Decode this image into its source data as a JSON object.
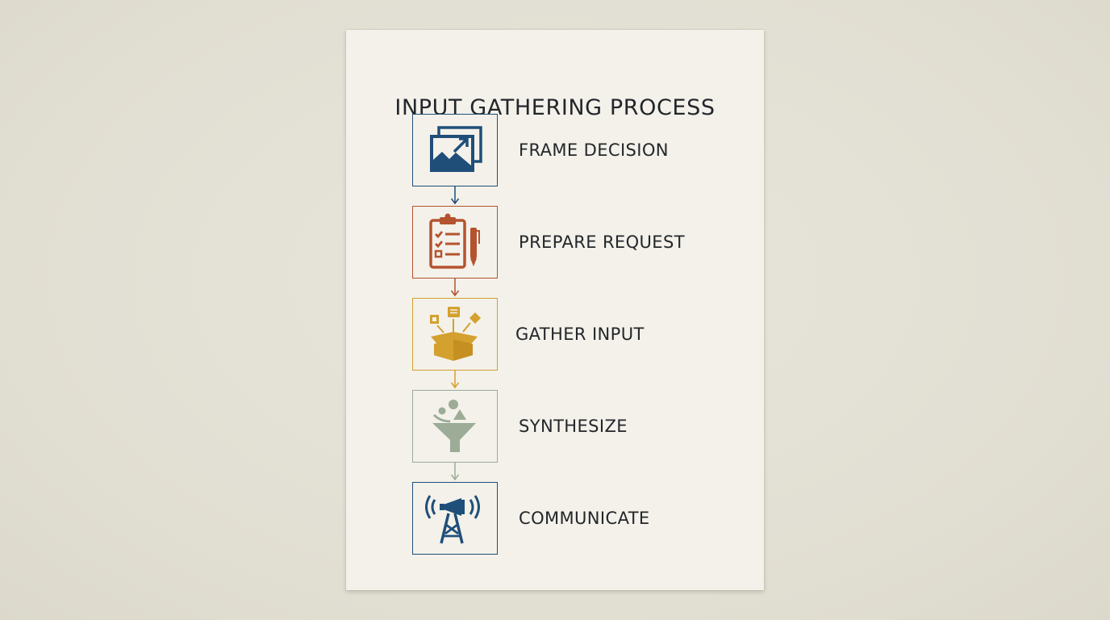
{
  "title": "INPUT GATHERING PROCESS",
  "steps": [
    {
      "label": "FRAME DECISION",
      "icon": "landscape-images-icon",
      "color": "#1f4e79"
    },
    {
      "label": "PREPARE REQUEST",
      "icon": "clipboard-checklist-icon",
      "color": "#b5532f"
    },
    {
      "label": "GATHER INPUT",
      "icon": "open-box-icon",
      "color": "#d4a02e"
    },
    {
      "label": "SYNTHESIZE",
      "icon": "funnel-icon",
      "color": "#9cac97"
    },
    {
      "label": "COMMUNICATE",
      "icon": "broadcast-tower-icon",
      "color": "#1f4e79"
    }
  ]
}
